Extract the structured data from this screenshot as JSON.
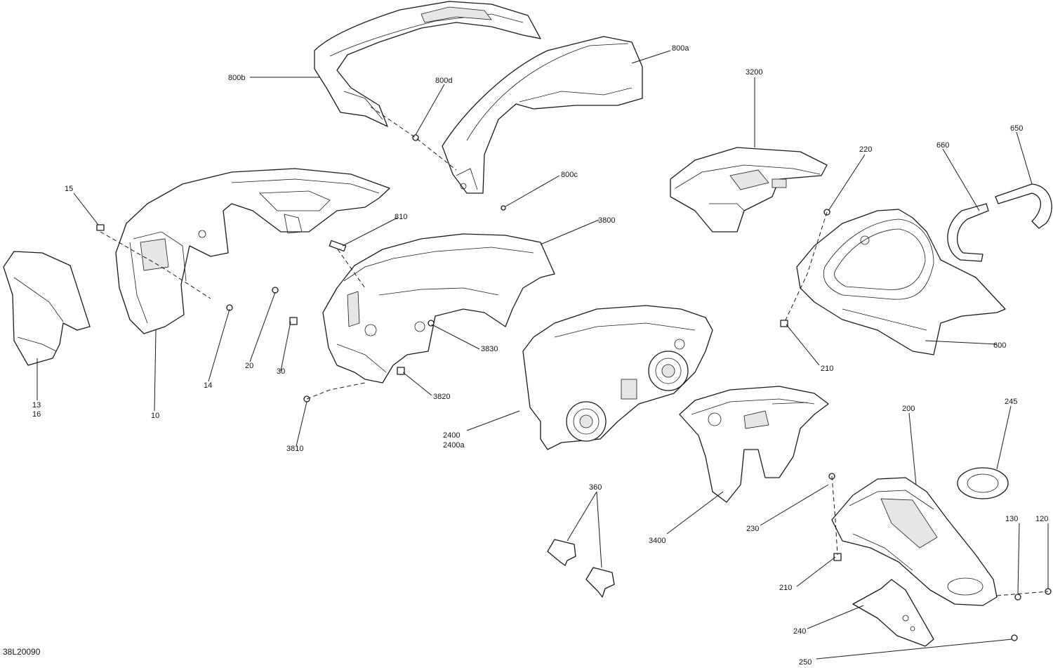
{
  "drawing_id": "38L20090",
  "callouts": {
    "c800b": "800b",
    "c800d": "800d",
    "c800a": "800a",
    "c800c": "800c",
    "c3200": "3200",
    "c220": "220",
    "c660": "660",
    "c650": "650",
    "c15": "15",
    "c810": "810",
    "c3800": "3800",
    "c13": "13",
    "c16": "16",
    "c10": "10",
    "c14": "14",
    "c20": "20",
    "c30": "30",
    "c3830": "3830",
    "c3820": "3820",
    "c3810": "3810",
    "c2400": "2400",
    "c2400a": "2400a",
    "c210a": "210",
    "c600": "600",
    "c200": "200",
    "c245": "245",
    "c360": "360",
    "c3400": "3400",
    "c230": "230",
    "c210b": "210",
    "c130": "130",
    "c120": "120",
    "c240": "240",
    "c250": "250"
  }
}
